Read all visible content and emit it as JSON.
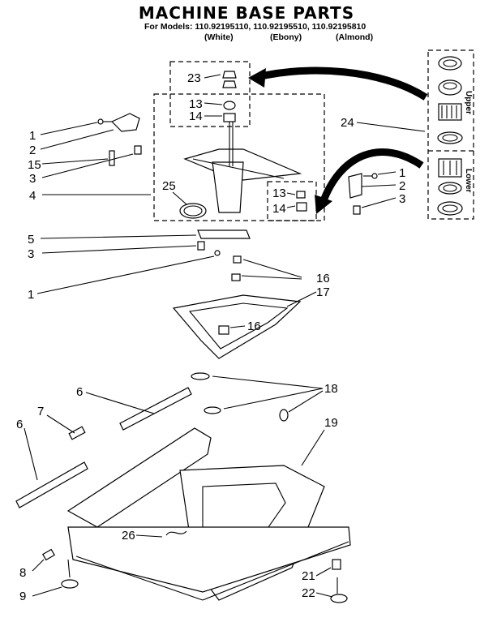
{
  "title": "MACHINE BASE PARTS",
  "models_line": "For Models: 110.92195110, 110.92195510, 110.92195810",
  "variants": [
    "(White)",
    "(Ebony)",
    "(Almond)"
  ],
  "bearing_groups": [
    "Upper",
    "Lower"
  ],
  "callouts": [
    "1",
    "2",
    "15",
    "3",
    "4",
    "5",
    "3",
    "1",
    "23",
    "13",
    "14",
    "25",
    "24",
    "1",
    "2",
    "3",
    "13",
    "14",
    "16",
    "17",
    "16",
    "18",
    "19",
    "6",
    "7",
    "6",
    "26",
    "8",
    "9",
    "21",
    "22"
  ],
  "colors": {
    "ink": "#000000",
    "paper": "#ffffff"
  }
}
